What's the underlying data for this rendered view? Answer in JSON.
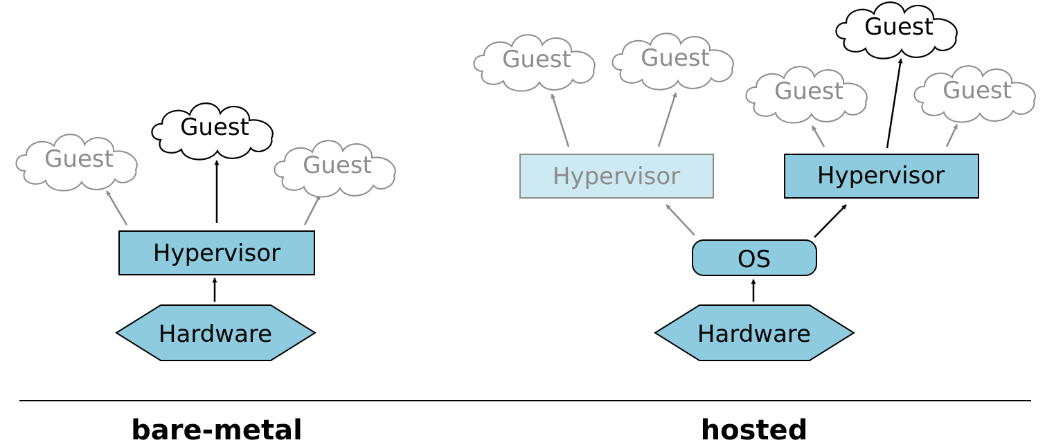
{
  "colors": {
    "fill": "#8ecbdf",
    "fill_faded": "#cde9f1",
    "stroke": "#000000",
    "faded": "#8c8c8c",
    "background": "#ffffff"
  },
  "bare_metal": {
    "caption": "bare-metal",
    "hardware": "Hardware",
    "hypervisor": "Hypervisor",
    "guest_left": "Guest",
    "guest_center": "Guest",
    "guest_right": "Guest"
  },
  "hosted": {
    "caption": "hosted",
    "hardware": "Hardware",
    "os": "OS",
    "hypervisor_faded": "Hypervisor",
    "hypervisor_active": "Hypervisor",
    "guest_faded_left": "Guest",
    "guest_faded_right": "Guest",
    "guest_left": "Guest",
    "guest_center": "Guest",
    "guest_right": "Guest"
  }
}
